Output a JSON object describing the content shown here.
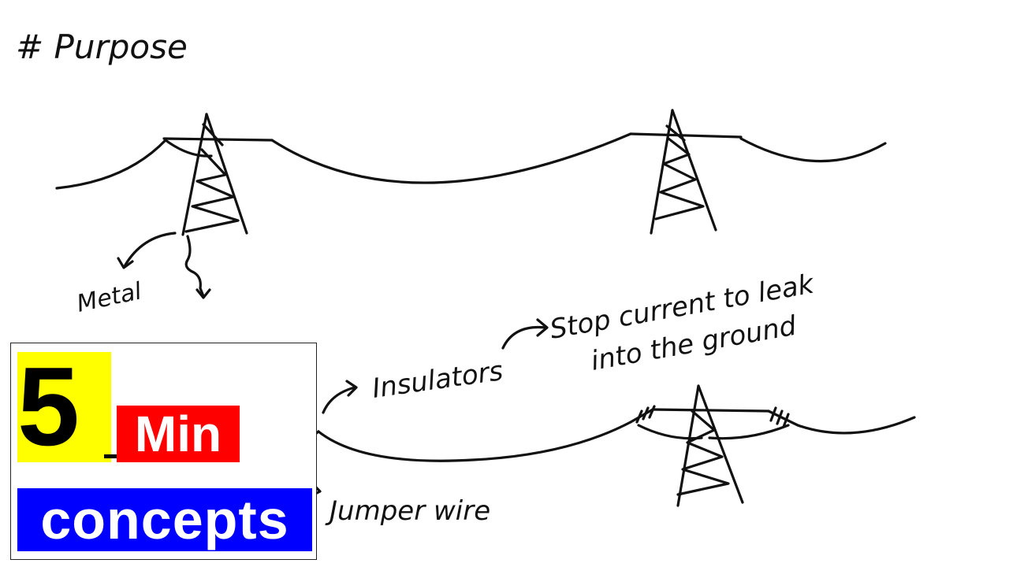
{
  "heading": "# Purpose",
  "labels": {
    "metal": "Metal",
    "insulators": "Insulators",
    "stop_line1": "Stop current to leak",
    "stop_line2": "into the ground",
    "jumper": "Jumper wire"
  },
  "logo": {
    "number": "5",
    "word1": "Min",
    "word2": "concepts",
    "colors": {
      "yellow": "#ffff00",
      "red": "#ff0000",
      "blue": "#0000ff"
    }
  }
}
